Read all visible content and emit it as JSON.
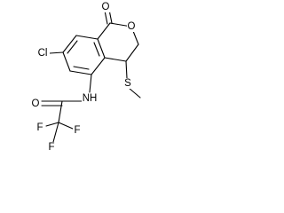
{
  "molecule": {
    "atom_labels": {
      "carbonyl_oxygen": "O",
      "ring_oxygen": "O",
      "chlorine": "Cl",
      "amide_nitrogen": "NH",
      "sulfur": "S",
      "amide_oxygen": "O",
      "fluorine_1": "F",
      "fluorine_2": "F",
      "fluorine_3": "F"
    },
    "colors": {
      "bonds": "#000000",
      "labels": "#000000",
      "background": "#ffffff"
    }
  }
}
